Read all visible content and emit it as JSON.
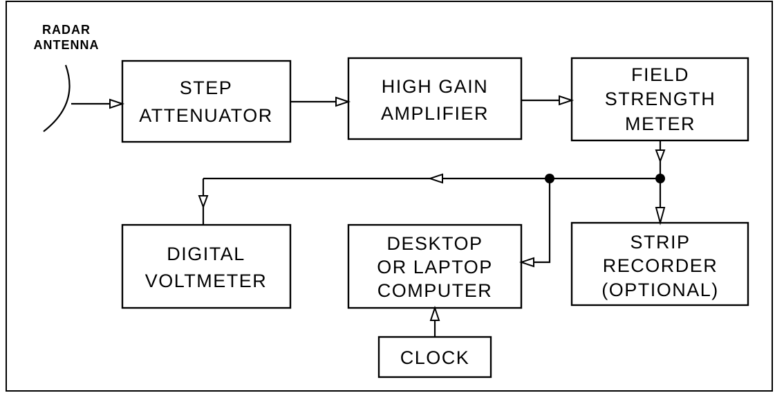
{
  "antenna": {
    "label_line1": "RADAR",
    "label_line2": "ANTENNA"
  },
  "blocks": {
    "step_attenuator": {
      "line1": "STEP",
      "line2": "ATTENUATOR"
    },
    "high_gain_amplifier": {
      "line1": "HIGH GAIN",
      "line2": "AMPLIFIER"
    },
    "field_strength_meter": {
      "line1": "FIELD",
      "line2": "STRENGTH",
      "line3": "METER"
    },
    "digital_voltmeter": {
      "line1": "DIGITAL",
      "line2": "VOLTMETER"
    },
    "computer": {
      "line1": "DESKTOP",
      "line2": "OR LAPTOP",
      "line3": "COMPUTER"
    },
    "strip_recorder": {
      "line1": "STRIP",
      "line2": "RECORDER",
      "line3": "(OPTIONAL)"
    },
    "clock": {
      "line1": "CLOCK"
    }
  }
}
